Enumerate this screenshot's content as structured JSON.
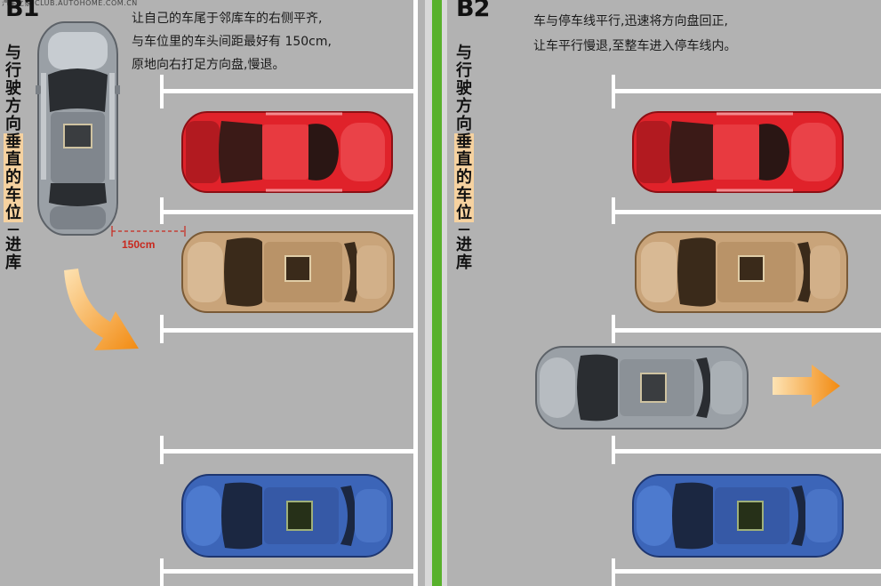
{
  "watermark": "汽车之家 CLUB.AUTOHOME.COM.CN",
  "panels": [
    {
      "label": "B1",
      "instruction": [
        "让自己的车尾于邻库车的右侧平齐,",
        "与车位里的车头间距最好有 150cm,",
        "原地向右打足方向盘,慢退。"
      ],
      "vertical_title": {
        "prefix": [
          "与",
          "行",
          "驶",
          "方",
          "向"
        ],
        "highlight": [
          "垂",
          "直",
          "的",
          "车",
          "位"
        ],
        "suffix": [
          "进",
          "库"
        ]
      },
      "distance_label": "150cm"
    },
    {
      "label": "B2",
      "instruction": [
        "车与停车线平行,迅速将方向盘回正,",
        "让车平行慢退,至整车进入停车线内。"
      ],
      "vertical_title": {
        "prefix": [
          "与",
          "行",
          "驶",
          "方",
          "向"
        ],
        "highlight": [
          "垂",
          "直",
          "的",
          "车",
          "位"
        ],
        "suffix": [
          "进",
          "库"
        ]
      }
    }
  ],
  "colors": {
    "pavement": "#b2b2b2",
    "divider_stripe": "#58b12c",
    "red_car": "#e0222a",
    "gold_car": "#c9a47a",
    "blue_car": "#3c65b8",
    "silver_car": "#9aa0a6",
    "arrow": "#f39a1e",
    "measure": "#c8281e"
  },
  "icons": {
    "turn_arrow": "curved-arrow-icon",
    "move_arrow": "right-arrow-icon"
  }
}
